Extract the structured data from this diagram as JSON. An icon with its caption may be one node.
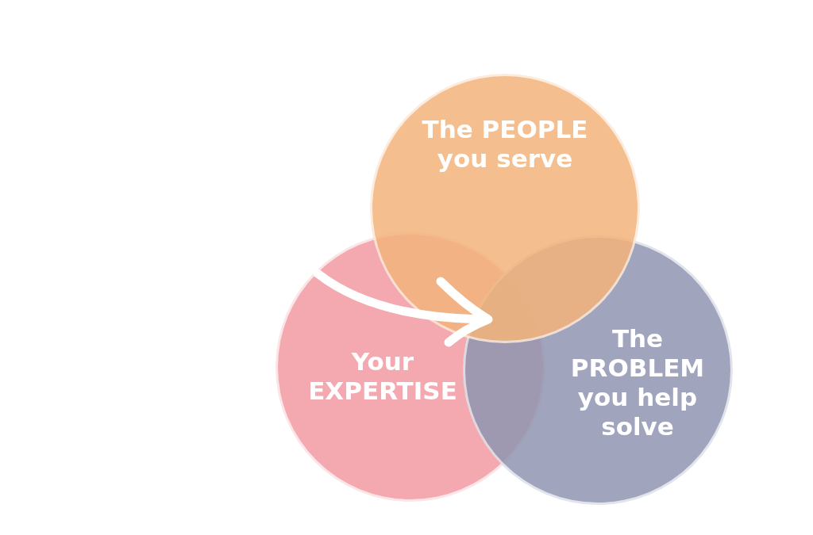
{
  "diagram": {
    "nodes": [
      {
        "text": [
          "The PEOPLE you serve"
        ]
      },
      {
        "text": [
          "Your EXPERTISE"
        ]
      },
      {
        "text": [
          "The PROBLEM you help solve"
        ]
      }
    ]
  }
}
